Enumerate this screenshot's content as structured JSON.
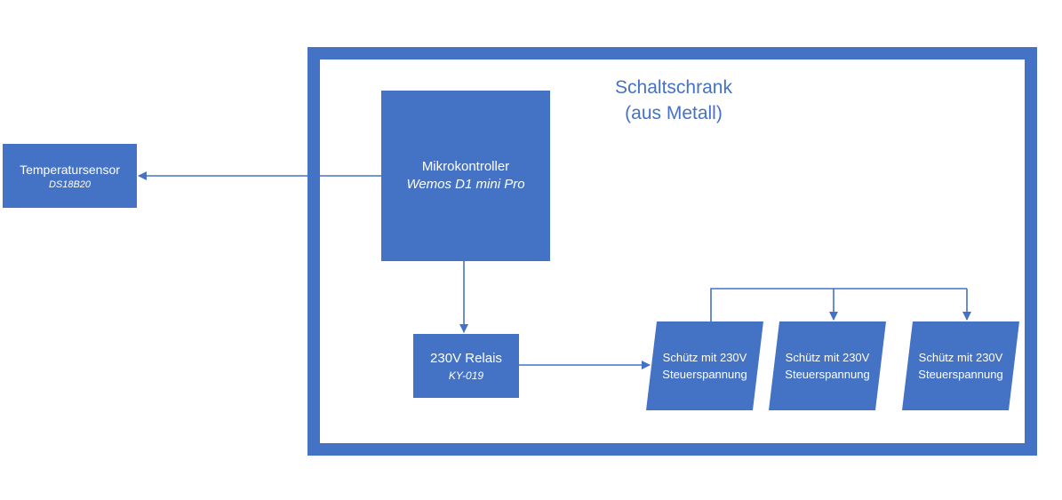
{
  "cabinet": {
    "title_line1": "Schaltschrank",
    "title_line2": "(aus Metall)"
  },
  "sensor": {
    "title": "Temperatursensor",
    "model": "DS18B20"
  },
  "mcu": {
    "title": "Mikrokontroller",
    "model": "Wemos D1 mini Pro"
  },
  "relay": {
    "title": "230V Relais",
    "model": "KY-019"
  },
  "contactors": [
    {
      "line1": "Schütz mit 230V",
      "line2": "Steuerspannung"
    },
    {
      "line1": "Schütz mit 230V",
      "line2": "Steuerspannung"
    },
    {
      "line1": "Schütz mit 230V",
      "line2": "Steuerspannung"
    }
  ],
  "colors": {
    "accent": "#4472C4",
    "background": "#FFFFFF",
    "text_on_accent": "#FFFFFF"
  }
}
